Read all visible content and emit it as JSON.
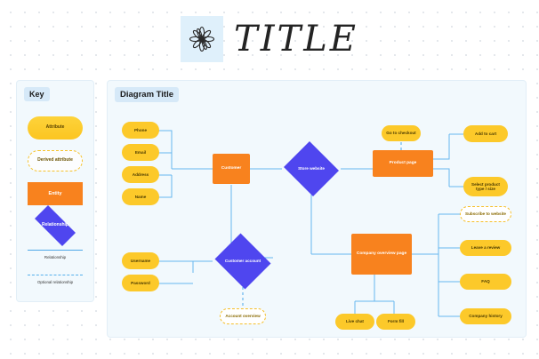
{
  "header": {
    "logo_icon": "daisy-flower-doodle-icon",
    "title": "TITLE"
  },
  "key_panel": {
    "badge": "Key",
    "items": [
      {
        "label": "Attribute",
        "shape": "rounded-rect",
        "style": "attribute",
        "color": "#fcc92a"
      },
      {
        "label": "Derived attribute",
        "shape": "rounded-rect-dashed",
        "style": "derived-attribute",
        "color": "#f5c32c"
      },
      {
        "label": "Entity",
        "shape": "rect",
        "style": "entity",
        "color": "#f8821e"
      },
      {
        "label": "Relationship",
        "shape": "diamond",
        "style": "relationship",
        "color": "#4f46ef"
      },
      {
        "label": "Relationship",
        "shape": "solid-line",
        "style": "line",
        "color": "#4ea8e8"
      },
      {
        "label": "Optional relationship",
        "shape": "dashed-line",
        "style": "line-dashed",
        "color": "#56b0ec"
      }
    ]
  },
  "diagram": {
    "badge": "Diagram Title",
    "nodes": {
      "phone": "Phone",
      "email": "Email",
      "address": "Address",
      "name": "Name",
      "customer": "Customer",
      "store_website": "Store website",
      "go_to_checkout": "Go to checkout",
      "product_page": "Product page",
      "add_to_cart": "Add to cart",
      "select_product": "Select product type / size",
      "username": "Username",
      "password": "Password",
      "customer_account": "Customer account",
      "account_overview": "Account overview",
      "company_overview": "Company overview page",
      "subscribe": "Subscribe to website",
      "leave_review": "Leave a review",
      "faq": "FAQ",
      "company_history": "Company history",
      "live_chat": "Live chat",
      "form_fill": "Form fill"
    }
  },
  "colors": {
    "attribute": "#fcc92a",
    "entity": "#f8821e",
    "relationship": "#4f46ef",
    "connector": "#66b6ee",
    "panel_bg": "#f2f9fd",
    "badge_bg": "#d6e9f8",
    "logo_bg": "#dff0fb"
  }
}
